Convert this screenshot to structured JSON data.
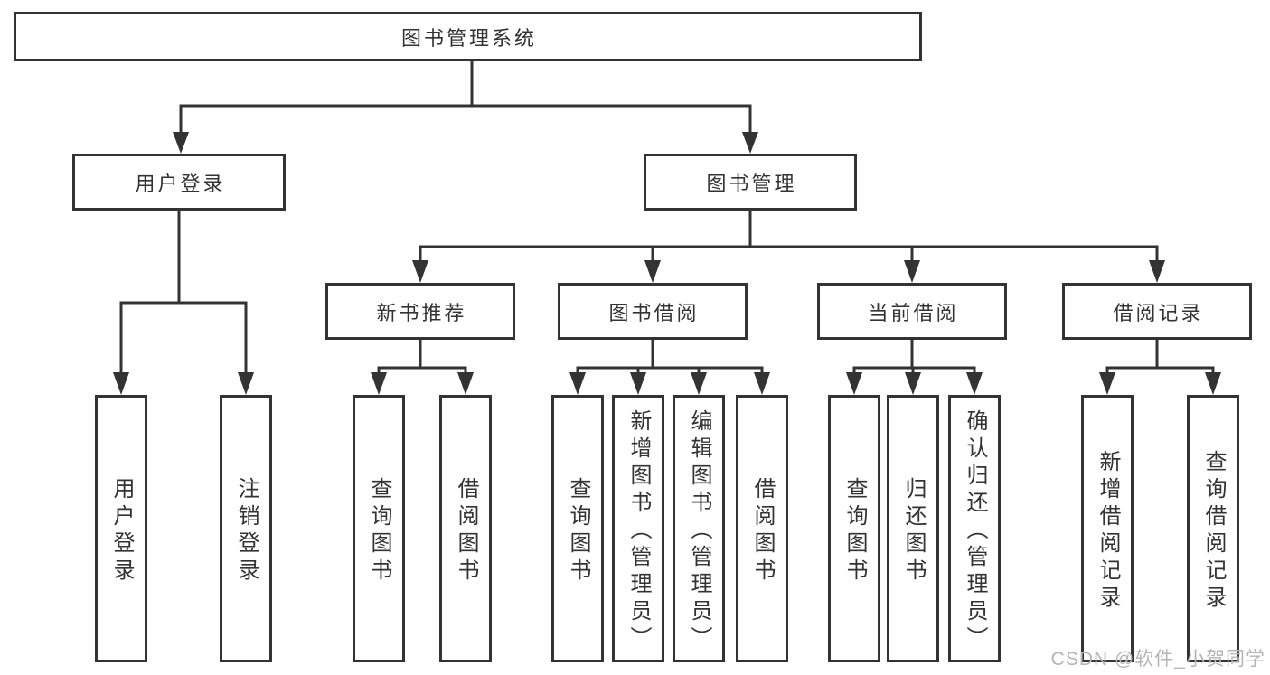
{
  "diagram": {
    "title_node": "图书管理系统",
    "level1": {
      "user_login": "用户登录",
      "book_management": "图书管理"
    },
    "level2": {
      "new_book_recommend": "新书推荐",
      "book_borrowing": "图书借阅",
      "current_borrowing": "当前借阅",
      "borrowing_records": "借阅记录"
    },
    "leaves": {
      "under_user_login": [
        "用户登录",
        "注销登录"
      ],
      "under_new_book_recommend": [
        "查询图书",
        "借阅图书"
      ],
      "under_book_borrowing": [
        "查询图书",
        "新增图书（管理员）",
        "编辑图书（管理员）",
        "借阅图书"
      ],
      "under_current_borrowing": [
        "查询图书",
        "归还图书",
        "确认归还（管理员）"
      ],
      "under_borrowing_records": [
        "新增借阅记录",
        "查询借阅记录"
      ]
    }
  },
  "watermark": {
    "text": "CSDN @软件_小贺同学",
    "color": "#b5b5b5"
  },
  "colors": {
    "line": "#333333",
    "box_border": "#333333",
    "text": "#333333",
    "background": "#ffffff"
  }
}
